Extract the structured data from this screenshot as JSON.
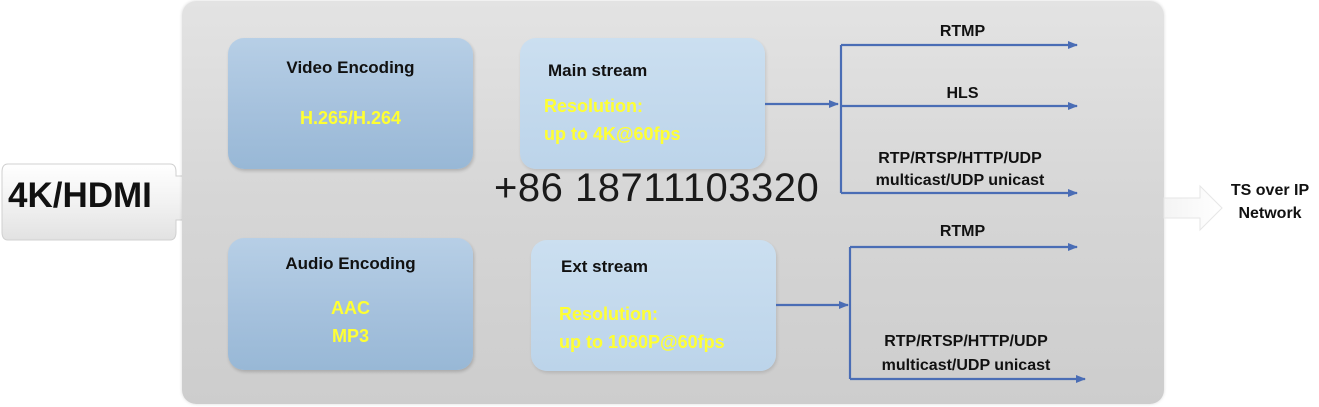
{
  "input": {
    "label": "4K/HDMI"
  },
  "video_encoding": {
    "title": "Video Encoding",
    "codec": "H.265/H.264"
  },
  "audio_encoding": {
    "title": "Audio Encoding",
    "codecs": [
      "AAC",
      "MP3"
    ]
  },
  "main_stream": {
    "title": "Main stream",
    "resolution_label": "Resolution:",
    "resolution_value": "up to 4K@60fps"
  },
  "ext_stream": {
    "title": "Ext stream",
    "resolution_label": "Resolution:",
    "resolution_value": "up to 1080P@60fps"
  },
  "phone": "+86 18711103320",
  "main_outputs": {
    "rtmp": "RTMP",
    "hls": "HLS",
    "multi_line1": "RTP/RTSP/HTTP/UDP",
    "multi_line2": "multicast/UDP unicast"
  },
  "ext_outputs": {
    "rtmp": "RTMP",
    "multi_line1": "RTP/RTSP/HTTP/UDP",
    "multi_line2": "multicast/UDP unicast"
  },
  "output": {
    "line1": "TS over IP",
    "line2": "Network"
  },
  "colors": {
    "panel": "#d6d6d6",
    "encoding_box": "#a4c0dc",
    "stream_box": "#c4d9ed",
    "highlight_text": "#ffff33",
    "connector": "#4a6db5"
  }
}
